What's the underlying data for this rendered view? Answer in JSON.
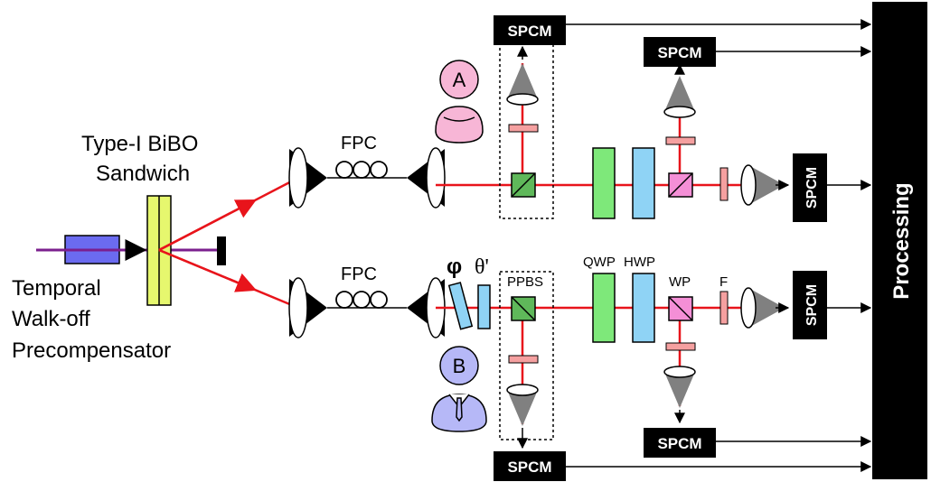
{
  "labels": {
    "crystal": [
      "Type-I BiBO",
      "Sandwich"
    ],
    "precomp": [
      "Temporal",
      "Walk-off",
      "Precompensator"
    ],
    "fpc_top": "FPC",
    "fpc_bottom": "FPC",
    "phi": "φ",
    "theta": "θ'",
    "ppbs": "PPBS",
    "qwp": "QWP",
    "hwp": "HWP",
    "wp": "WP",
    "f": "F",
    "alice": "A",
    "bob": "B",
    "processing": "Processing",
    "spcm": "SPCM"
  },
  "colors": {
    "beam": "#e8141b",
    "pump": "#7b1f8e",
    "compensator": "#6b6bf0",
    "crystal": "#e6f76e",
    "qwp": "#7ee87a",
    "hwp": "#8fd3f5",
    "ppbs": "#5fb85a",
    "wp": "#f48fd6",
    "filter": "#f5a0a0",
    "alice": "#f7b6d6",
    "bob": "#b6b8f7",
    "detector": "#808080"
  }
}
